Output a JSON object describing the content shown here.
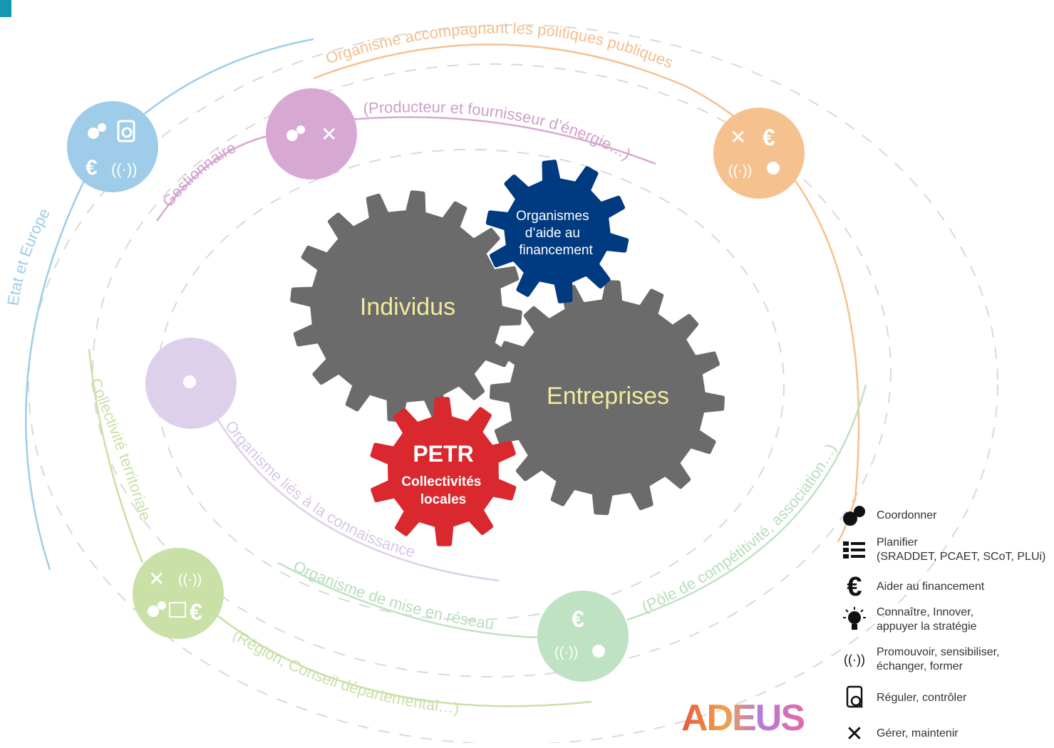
{
  "arc_labels": {
    "politiques": "Organisme accompagnant les politiques publiques",
    "producteur": "(Producteur et fournisseur d’énergie…)",
    "gestionnaire": "Gestionnaire",
    "etat": "Etat et Europe",
    "collectivite": "Collectivité territoriale",
    "connaissance": "Organisme liés à la connaissance",
    "reseau": "Organisme de mise en réseau",
    "region": "(Région, Conseil départemental…)",
    "pole": "(Pôle de compétitivité, association…)"
  },
  "gears": {
    "individus": "Individus",
    "entreprises": "Entreprises",
    "organismes": [
      "Organismes",
      "d’aide au",
      "financement"
    ],
    "petr_title": "PETR",
    "petr_sub": [
      "Collectivités",
      "locales"
    ]
  },
  "colors": {
    "gear_grey": "#6b6b6b",
    "gear_blue": "#003a80",
    "gear_red": "#d9282e",
    "blue": "#9fcce8",
    "mauve": "#d7a8d4",
    "orange": "#f5c28f",
    "lilac": "#ddd0ea",
    "lightgreen": "#c9e0a7",
    "green": "#bfe2c3"
  },
  "legend": [
    {
      "icon": "gears-icon",
      "lines": [
        "Coordonner"
      ]
    },
    {
      "icon": "list-icon",
      "lines": [
        "Planifier",
        "(SRADDET, PCAET, SCoT, PLUi)"
      ]
    },
    {
      "icon": "euro-icon",
      "lines": [
        "Aider au financement"
      ]
    },
    {
      "icon": "bulb-icon",
      "lines": [
        "Connaître, Innover,",
        "appuyer la stratégie"
      ]
    },
    {
      "icon": "antenna-icon",
      "lines": [
        "Promouvoir, sensibiliser,",
        "échanger, former"
      ]
    },
    {
      "icon": "document-search-icon",
      "lines": [
        "Réguler, contrôler"
      ]
    },
    {
      "icon": "tools-icon",
      "lines": [
        "Gérer, maintenir"
      ]
    }
  ],
  "logo": "ADEUS"
}
